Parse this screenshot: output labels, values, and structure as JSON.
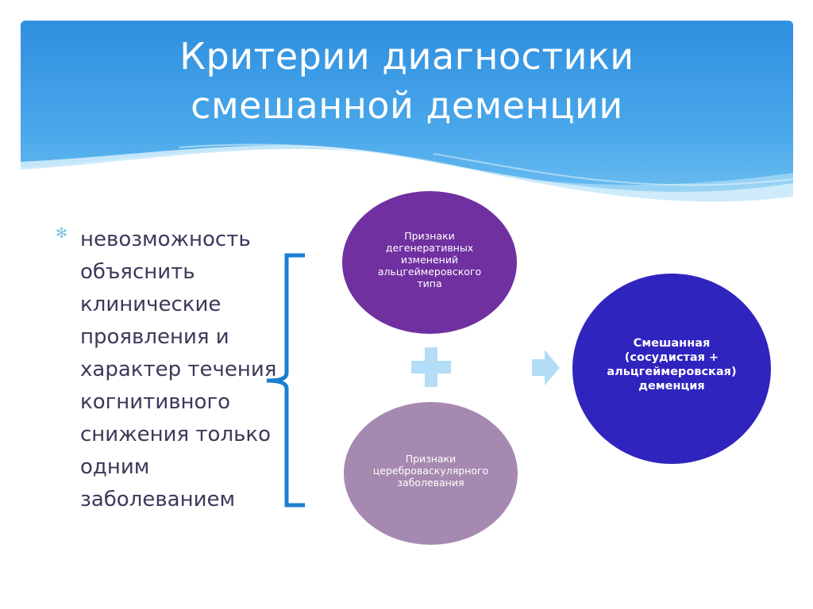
{
  "slide": {
    "title_lines": [
      "Критерии диагностики",
      "смешанной деменции"
    ]
  },
  "bullet": {
    "marker": "✻",
    "text": "невозможность объяснить клинические проявления и характер течения когнитивного снижения только одним заболеванием"
  },
  "diagram": {
    "nodes": [
      {
        "id": "degenerative",
        "label": "Признаки дегенеративных изменений альцгеймеровского типа"
      },
      {
        "id": "cerebrovascular",
        "label": "Признаки цереброваскулярного заболевания"
      },
      {
        "id": "mixed",
        "label": "Смешанная (сосудистая + альцгеймеровская) деменция"
      }
    ],
    "connectors": [
      "brace-icon",
      "plus-icon",
      "arrow-right-icon"
    ]
  },
  "colors": {
    "header_top": "#2f8fe0",
    "header_bottom": "#7cc8f2",
    "degenerative_node": "#7030a0",
    "cerebrovascular_node": "#a689b0",
    "mixed_node": "#3024bf",
    "connector_blue": "#1a7fd1",
    "connector_light": "#b3dcf6",
    "body_text": "#3a3a5a"
  }
}
